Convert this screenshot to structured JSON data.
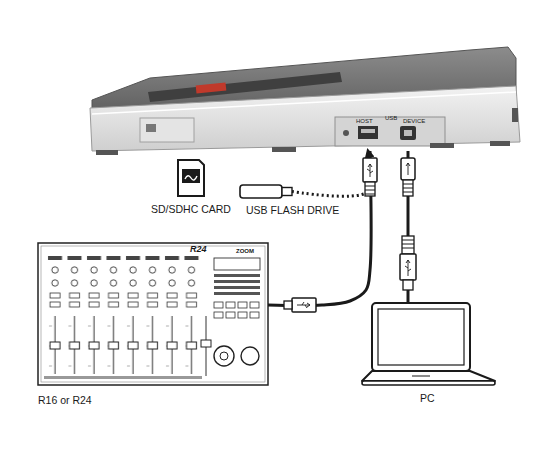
{
  "diagram": {
    "nodes": [
      {
        "text": [
          "HOST",
          "USB",
          "DEVICE"
        ]
      },
      {
        "text": [
          "SD/SDHC CARD"
        ]
      },
      {
        "text": [
          "USB FLASH DRIVE"
        ]
      },
      {
        "text": [
          "R16 or R24"
        ]
      },
      {
        "text": [
          "PC"
        ]
      }
    ],
    "edges": [
      {
        "from": 2,
        "to": 0,
        "arrow": "to"
      },
      {
        "from": 3,
        "to": 0,
        "arrow": "none"
      },
      {
        "from": 4,
        "to": 0,
        "arrow": "none"
      }
    ],
    "labels": [
      "R24",
      "ZOOM"
    ]
  }
}
